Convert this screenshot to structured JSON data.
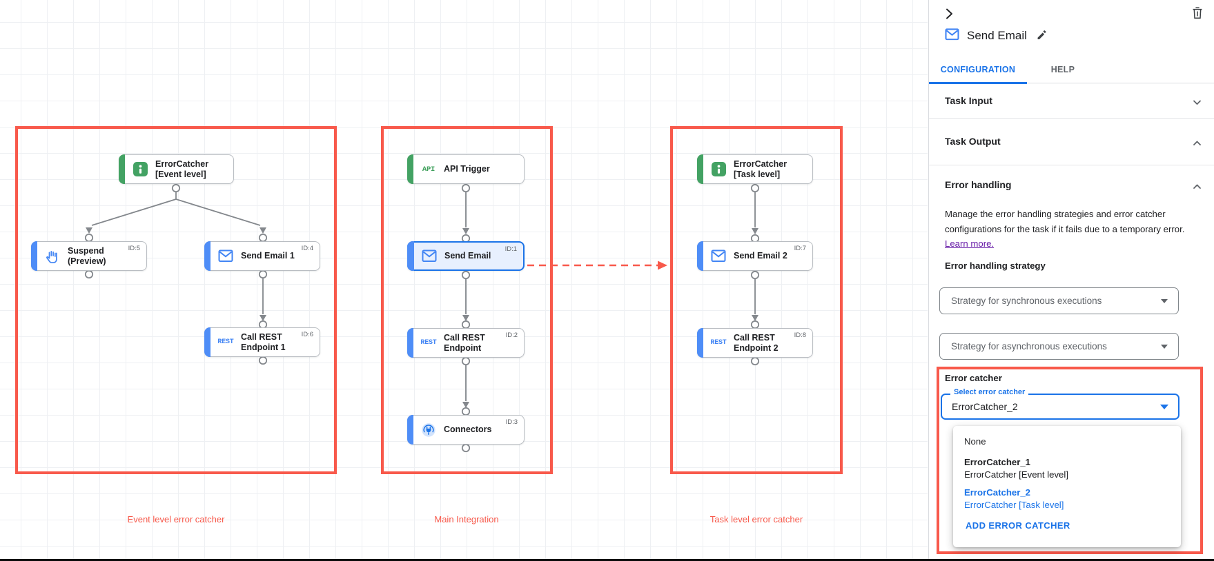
{
  "canvas": {
    "icon_labels": {
      "rest": "REST",
      "api": "API"
    },
    "groups": [
      {
        "caption": "Event level error catcher"
      },
      {
        "caption": "Main Integration"
      },
      {
        "caption": "Task level error catcher"
      }
    ],
    "nodes": [
      {
        "name": "errorcatcher-event-level",
        "lines": [
          "ErrorCatcher",
          "[Event level]"
        ]
      },
      {
        "name": "suspend-preview",
        "lines": [
          "Suspend",
          "(Preview)"
        ],
        "id": "ID:5"
      },
      {
        "name": "send-email-1",
        "lines": [
          "Send Email 1"
        ],
        "id": "ID:4"
      },
      {
        "name": "call-rest-endpoint-1",
        "lines": [
          "Call REST",
          "Endpoint 1"
        ],
        "id": "ID:6"
      },
      {
        "name": "api-trigger",
        "lines": [
          "API Trigger"
        ]
      },
      {
        "name": "send-email",
        "lines": [
          "Send Email"
        ],
        "id": "ID:1"
      },
      {
        "name": "call-rest-endpoint",
        "lines": [
          "Call REST",
          "Endpoint"
        ],
        "id": "ID:2"
      },
      {
        "name": "connectors",
        "lines": [
          "Connectors"
        ],
        "id": "ID:3"
      },
      {
        "name": "errorcatcher-task-level",
        "lines": [
          "ErrorCatcher",
          "[Task level]"
        ]
      },
      {
        "name": "send-email-2",
        "lines": [
          "Send Email 2"
        ],
        "id": "ID:7"
      },
      {
        "name": "call-rest-endpoint-2",
        "lines": [
          "Call REST",
          "Endpoint 2"
        ],
        "id": "ID:8"
      }
    ]
  },
  "panel": {
    "title": "Send Email",
    "tabs": {
      "configuration": "CONFIGURATION",
      "help": "HELP"
    },
    "sections": {
      "task_input": "Task Input",
      "task_output": "Task Output",
      "error_handling": "Error handling"
    },
    "error_handling": {
      "description": "Manage the error handling strategies and error catcher configurations for the task if it fails due to a temporary error.",
      "learn_more": "Learn more.",
      "strategy_label": "Error handling strategy",
      "sync_dropdown_placeholder": "Strategy for synchronous executions",
      "async_dropdown_placeholder": "Strategy for asynchronous executions",
      "error_catcher_label": "Error catcher",
      "select_label": "Select error catcher",
      "select_value": "ErrorCatcher_2",
      "menu": {
        "none": "None",
        "option1_title": "ErrorCatcher_1",
        "option1_subtitle": "ErrorCatcher [Event level]",
        "option2_title": "ErrorCatcher_2",
        "option2_subtitle": "ErrorCatcher [Task level]",
        "add_button": "ADD ERROR CATCHER"
      }
    },
    "colors": {
      "accent_blue": "#4285f4",
      "accent_green": "#43a263",
      "highlight_red": "#f8594b",
      "selected_blue": "#1a73e8",
      "link_purple": "#681da8",
      "error_dot_red": "#d50000"
    }
  }
}
